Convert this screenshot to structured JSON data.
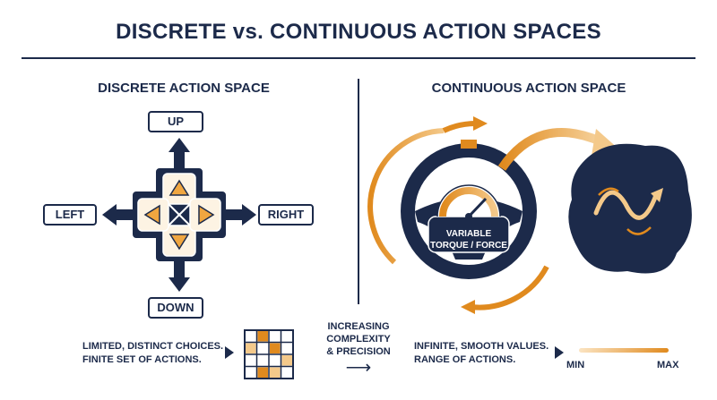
{
  "title": "DISCRETE vs. CONTINUOUS ACTION SPACES",
  "discrete": {
    "heading": "DISCRETE ACTION SPACE",
    "up": "UP",
    "down": "DOWN",
    "left": "LEFT",
    "right": "RIGHT",
    "caption_line1": "LIMITED, DISTINCT CHOICES.",
    "caption_line2": "FINITE SET OF ACTIONS."
  },
  "middle": {
    "line1": "INCREASING",
    "line2": "COMPLEXITY",
    "line3": "& PRECISION",
    "arrow": "⟶"
  },
  "continuous": {
    "heading": "CONTINUOUS ACTION SPACE",
    "gauge_line1": "VARIABLE",
    "gauge_line2": "TORQUE / FORCE",
    "caption_line1": "INFINITE, SMOOTH VALUES.",
    "caption_line2": "RANGE OF ACTIONS.",
    "min_label": "MIN",
    "max_label": "MAX"
  },
  "colors": {
    "navy": "#1c2a4a",
    "orange": "#e08a1e",
    "light_orange": "#f4c98a"
  }
}
